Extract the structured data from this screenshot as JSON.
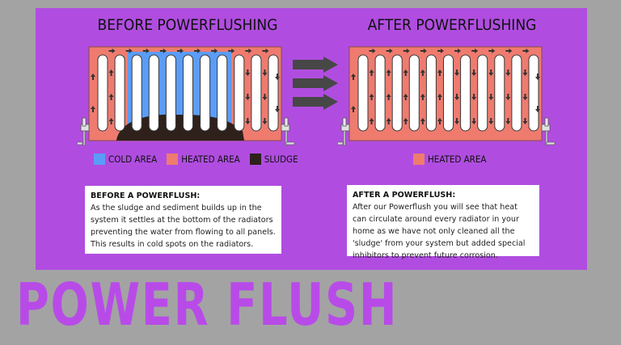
{
  "before": {
    "title": "BEFORE POWERFLUSHING",
    "note_title": "BEFORE A POWERFLUSH:",
    "note_body": "As the sludge and sediment builds up in the system it settles at the bottom of the radiators preventing the water from flowing to all panels. This results in cold spots on the radiators.",
    "legend": [
      {
        "label": "COLD AREA",
        "color": "#5b9cf6"
      },
      {
        "label": "HEATED AREA",
        "color": "#ef7b6f"
      },
      {
        "label": "SLUDGE",
        "color": "#2e211b"
      }
    ]
  },
  "after": {
    "title": "AFTER POWERFLUSHING",
    "note_title": "AFTER A POWERFLUSH:",
    "note_body": "After our Powerflush you will see that heat can circulate around every radiator in your home as we have not only cleaned all the 'sludge' from your system but added special inhibitors to prevent future corrosion.",
    "legend": [
      {
        "label": "HEATED AREA",
        "color": "#ef7b6f"
      }
    ]
  },
  "brand": "POWER FLUSH",
  "colors": {
    "panel": "#b04de0",
    "page_bg": "#a3a3a3",
    "heated": "#ef7b6f",
    "cold": "#5b9cf6",
    "sludge": "#2e211b",
    "arrow": "#474747",
    "brand_text": "#b84be8"
  }
}
